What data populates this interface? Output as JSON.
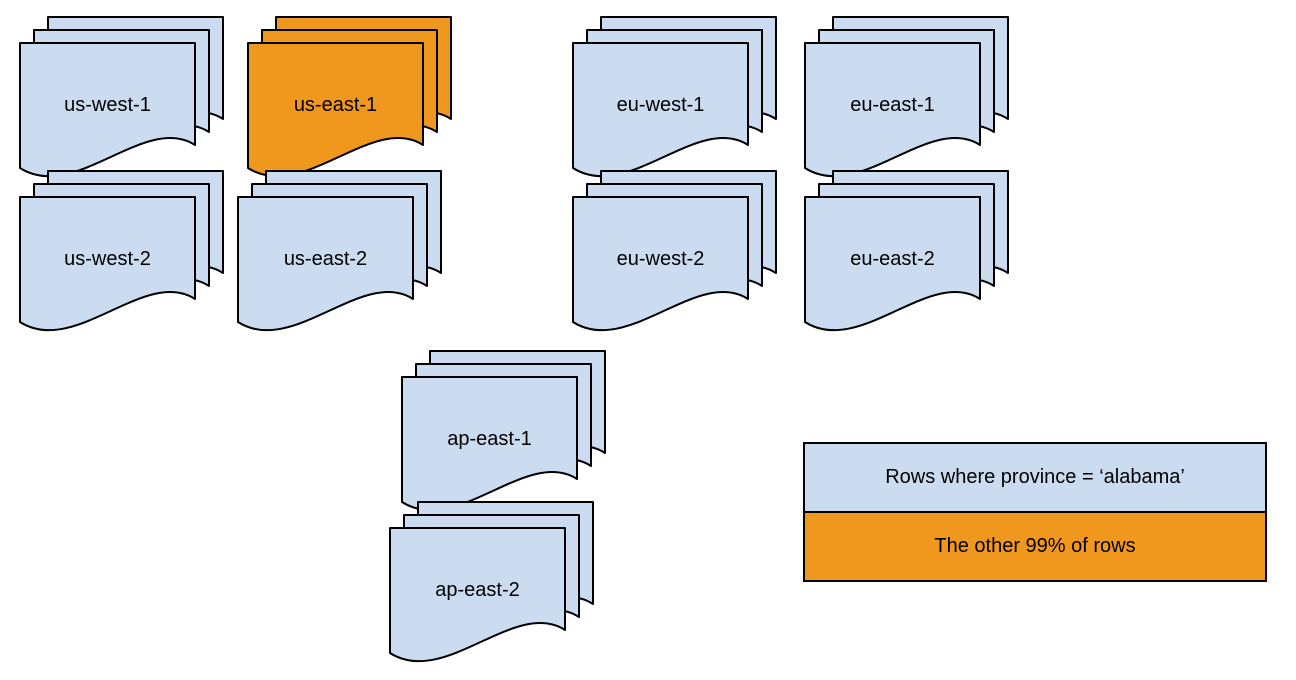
{
  "colors": {
    "region_fill": "#CCDCF0",
    "highlight_fill": "#F0981E",
    "outline": "#000000"
  },
  "stacks": [
    {
      "label": "us-west-1",
      "fill": "#CCDCF0"
    },
    {
      "label": "us-east-1",
      "fill": "#F0981E"
    },
    {
      "label": "eu-west-1",
      "fill": "#CCDCF0"
    },
    {
      "label": "eu-east-1",
      "fill": "#CCDCF0"
    },
    {
      "label": "us-west-2",
      "fill": "#CCDCF0"
    },
    {
      "label": "us-east-2",
      "fill": "#CCDCF0"
    },
    {
      "label": "eu-west-2",
      "fill": "#CCDCF0"
    },
    {
      "label": "eu-east-2",
      "fill": "#CCDCF0"
    },
    {
      "label": "ap-east-1",
      "fill": "#CCDCF0"
    },
    {
      "label": "ap-east-2",
      "fill": "#CCDCF0"
    }
  ],
  "legend": {
    "items": [
      {
        "label": "Rows where province = ‘alabama’",
        "fill": "#CCDCF0"
      },
      {
        "label": "The other 99% of rows",
        "fill": "#F0981E"
      }
    ]
  }
}
